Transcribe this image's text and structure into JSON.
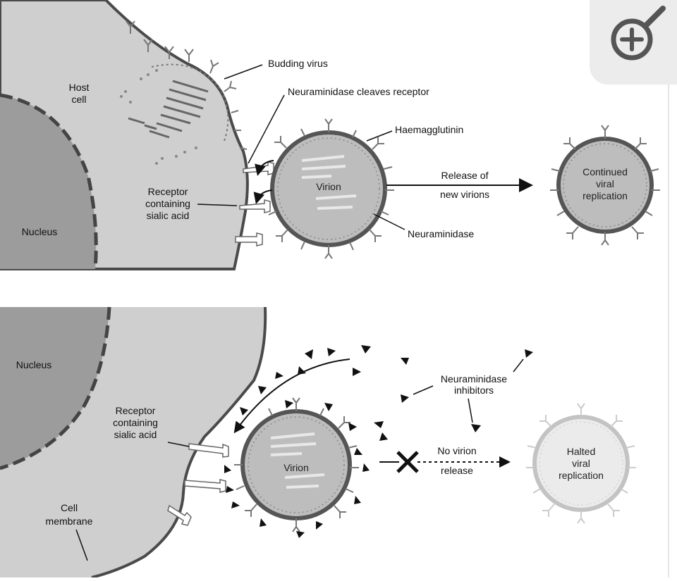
{
  "top_panel": {
    "host_cell": [
      "Host",
      "cell"
    ],
    "nucleus": "Nucleus",
    "budding_virus": "Budding virus",
    "neuraminidase_cleaves": "Neuraminidase cleaves receptor",
    "haemagglutinin": "Haemagglutinin",
    "receptor": [
      "Receptor",
      "containing",
      "sialic acid"
    ],
    "virion": "Virion",
    "release": [
      "Release of",
      "new virions"
    ],
    "neuraminidase": "Neuraminidase",
    "continued": [
      "Continued",
      "viral",
      "replication"
    ]
  },
  "bottom_panel": {
    "nucleus": "Nucleus",
    "receptor": [
      "Receptor",
      "containing",
      "sialic acid"
    ],
    "cell_membrane": [
      "Cell",
      "membrane"
    ],
    "virion": "Virion",
    "inhibitors": [
      "Neuraminidase",
      "inhibitors"
    ],
    "no_release": [
      "No virion",
      "release"
    ],
    "halted": [
      "Halted",
      "viral",
      "replication"
    ]
  },
  "colors": {
    "cell_fill": "#cfcfcf",
    "nucleus_fill": "#9c9c9c",
    "membrane": "#4a4a4a",
    "virion_fill": "#bdbdbd",
    "virion_ring": "#555555"
  },
  "zoom_icon": "zoom-in-icon"
}
